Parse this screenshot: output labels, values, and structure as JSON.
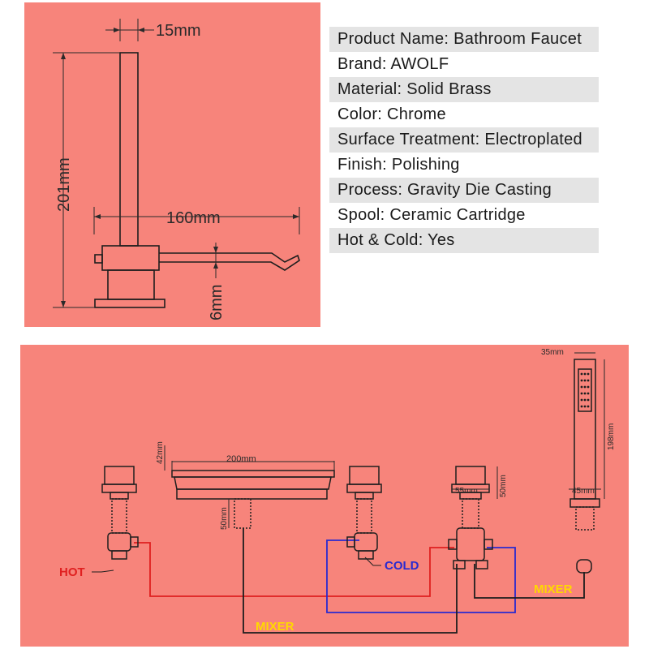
{
  "specs": [
    {
      "label": "Product Name: Bathroom Faucet",
      "shaded": true
    },
    {
      "label": "Brand: AWOLF",
      "shaded": false
    },
    {
      "label": "Material: Solid Brass",
      "shaded": true
    },
    {
      "label": "Color: Chrome",
      "shaded": false
    },
    {
      "label": "Surface Treatment: Electroplated",
      "shaded": true
    },
    {
      "label": "Finish: Polishing",
      "shaded": false
    },
    {
      "label": "Process: Gravity Die Casting",
      "shaded": true
    },
    {
      "label": "Spool: Ceramic Cartridge",
      "shaded": false
    },
    {
      "label": "Hot & Cold: Yes",
      "shaded": true
    }
  ],
  "top_diagram": {
    "dim_width": "15mm",
    "dim_height": "201mm",
    "dim_spout": "160mm",
    "dim_base": "6mm"
  },
  "bottom_diagram": {
    "dim_handle_height": "42mm",
    "dim_spout_width": "200mm",
    "dim_spout_depth": "50mm",
    "dim_diverter_width": "55mm",
    "dim_diverter_height": "50mm",
    "dim_shower_width": "35mm",
    "dim_shower_length": "198mm",
    "dim_shower_base": "45mm",
    "label_hot": "HOT",
    "label_cold": "COLD",
    "label_mixer_1": "MIXER",
    "label_mixer_2": "MIXER"
  },
  "colors": {
    "background": "#f7847b",
    "hot_line": "#e02020",
    "cold_line": "#2a2ad0",
    "mixer_label": "#ffd800",
    "line": "#1e1e1e"
  }
}
